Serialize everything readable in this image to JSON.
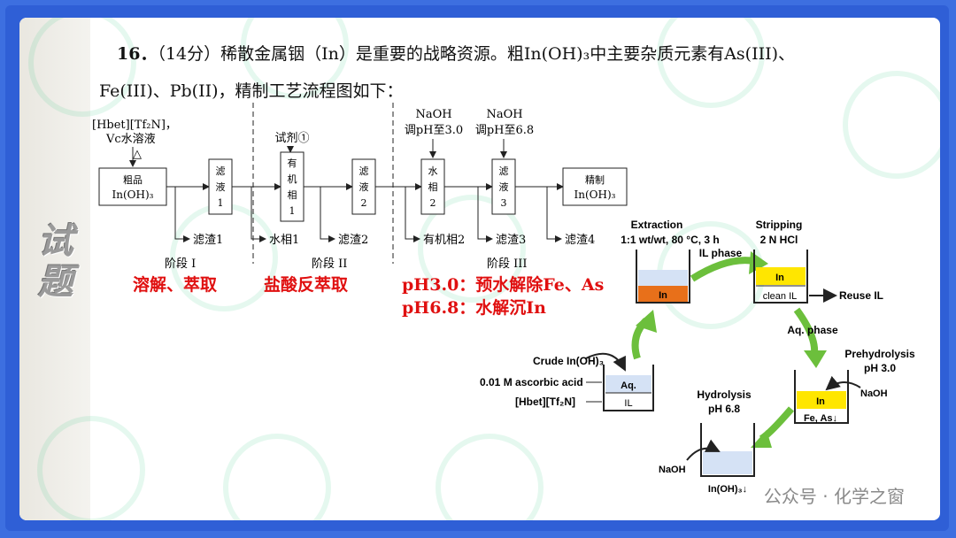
{
  "question": {
    "number": "16．",
    "line1": "（14分）稀散金属铟（In）是重要的战略资源。粗In(OH)₃中主要杂质元素有As(III)、",
    "line2": "Fe(III)、Pb(II)，精制工艺流程图如下："
  },
  "sidebar": {
    "badge": "试题"
  },
  "flow": {
    "reagent_top": "[Hbet][Tf₂N]，",
    "reagent_top2": "Vc水溶液",
    "heat": "△",
    "box_crude_1": "粗品",
    "box_crude_2": "In(OH)₃",
    "box_filtrate1": [
      "滤",
      "液",
      "1"
    ],
    "box_org1": [
      "有",
      "机",
      "相",
      "1"
    ],
    "box_filtrate2": [
      "滤",
      "液",
      "2"
    ],
    "box_aq2": [
      "水",
      "相",
      "2"
    ],
    "box_filtrate3": [
      "滤",
      "液",
      "3"
    ],
    "box_refined_1": "精制",
    "box_refined_2": "In(OH)₃",
    "reagent1": "试剂①",
    "naoh1": "NaOH",
    "ph1": "调pH至3.0",
    "naoh2": "NaOH",
    "ph2": "调pH至6.8",
    "out1": "滤渣1",
    "out2": "水相1",
    "out3": "滤渣2",
    "out4": "有机相2",
    "out5": "滤渣3",
    "out6": "滤渣4",
    "stage1": "阶段 I",
    "stage2": "阶段 II",
    "stage3": "阶段 III",
    "note1": "溶解、萃取",
    "note2": "盐酸反萃取",
    "note3": "pH3.0：预水解除Fe、As",
    "note4": "pH6.8：水解沉In"
  },
  "diagram": {
    "extraction": "Extraction",
    "extraction_cond": "1:1 wt/wt, 80 °C, 3 h",
    "il_phase": "IL phase",
    "in1": "In",
    "stripping": "Stripping",
    "stripping_cond": "2 N HCl",
    "in2": "In",
    "clean_il": "clean IL",
    "reuse_il": "Reuse IL",
    "aq_phase": "Aq. phase",
    "prehydrolysis": "Prehydrolysis",
    "prehydrolysis_ph": "pH 3.0",
    "naoh_a": "NaOH",
    "in3": "In",
    "fe_as": "Fe, As↓",
    "hydrolysis": "Hydrolysis",
    "hydrolysis_ph": "pH 6.8",
    "naoh_b": "NaOH",
    "in_oh": "In(OH)₃↓",
    "crude": "Crude In(OH)₃",
    "ascorbic": "0.01 M ascorbic acid",
    "hbet": "[Hbet][Tf₂N]",
    "aq": "Aq.",
    "il": "IL"
  },
  "footer": "公众号 · 化学之窗",
  "colors": {
    "accent": "#2f5fd6",
    "red": "#e01010",
    "orange": "#e8701a",
    "yellow": "#ffe600",
    "green": "#6cbf3c"
  }
}
